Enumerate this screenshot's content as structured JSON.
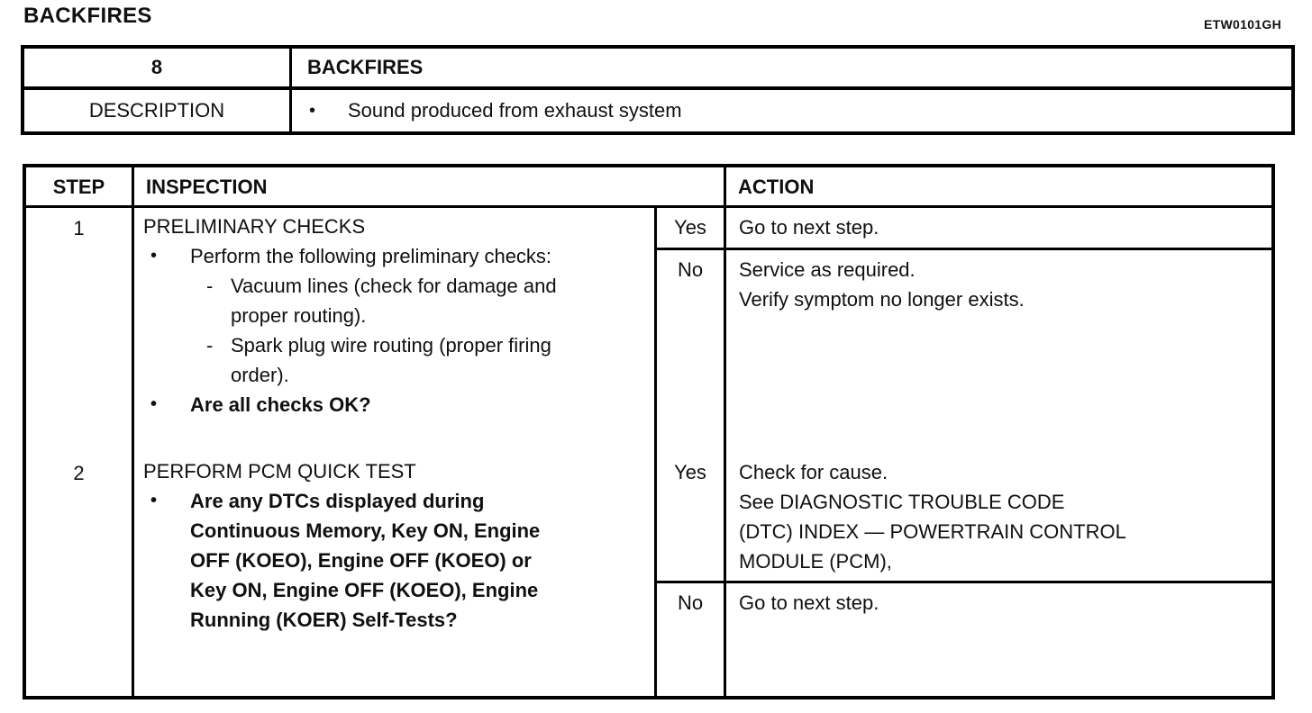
{
  "page": {
    "title": "BACKFIRES",
    "doc_code": "ETW0101GH"
  },
  "glyphs": {
    "bullet": "•",
    "dash": "-"
  },
  "symptom_table": {
    "number": "8",
    "name": "BACKFIRES",
    "description_label": "DESCRIPTION",
    "description": "Sound produced from exhaust system"
  },
  "diagnostic_table": {
    "headers": {
      "step": "STEP",
      "inspection": "INSPECTION",
      "action": "ACTION"
    },
    "steps": [
      {
        "number": "1",
        "title": "PRELIMINARY CHECKS",
        "bullet1": "Perform the following preliminary checks:",
        "sub_items": [
          "Vacuum lines (check for damage and proper routing).",
          "Spark plug wire routing (proper firing order)."
        ],
        "bullet2": "Are all checks OK?",
        "yes": {
          "label": "Yes",
          "lines": [
            "Go to next step."
          ]
        },
        "no": {
          "label": "No",
          "lines": [
            "Service as required.",
            "Verify symptom no longer exists."
          ]
        }
      },
      {
        "number": "2",
        "title": "PERFORM PCM QUICK TEST",
        "question_lines": [
          "Are any DTCs displayed during",
          "Continuous Memory, Key ON, Engine",
          "OFF (KOEO), Engine OFF (KOEO) or",
          "Key ON, Engine OFF (KOEO), Engine",
          "Running (KOER) Self-Tests?"
        ],
        "yes": {
          "label": "Yes",
          "lines": [
            "Check for cause.",
            "See DIAGNOSTIC TROUBLE CODE",
            "(DTC) INDEX — POWERTRAIN CONTROL",
            "MODULE (PCM),"
          ]
        },
        "no": {
          "label": "No",
          "lines": [
            "Go to next step."
          ]
        }
      }
    ]
  }
}
